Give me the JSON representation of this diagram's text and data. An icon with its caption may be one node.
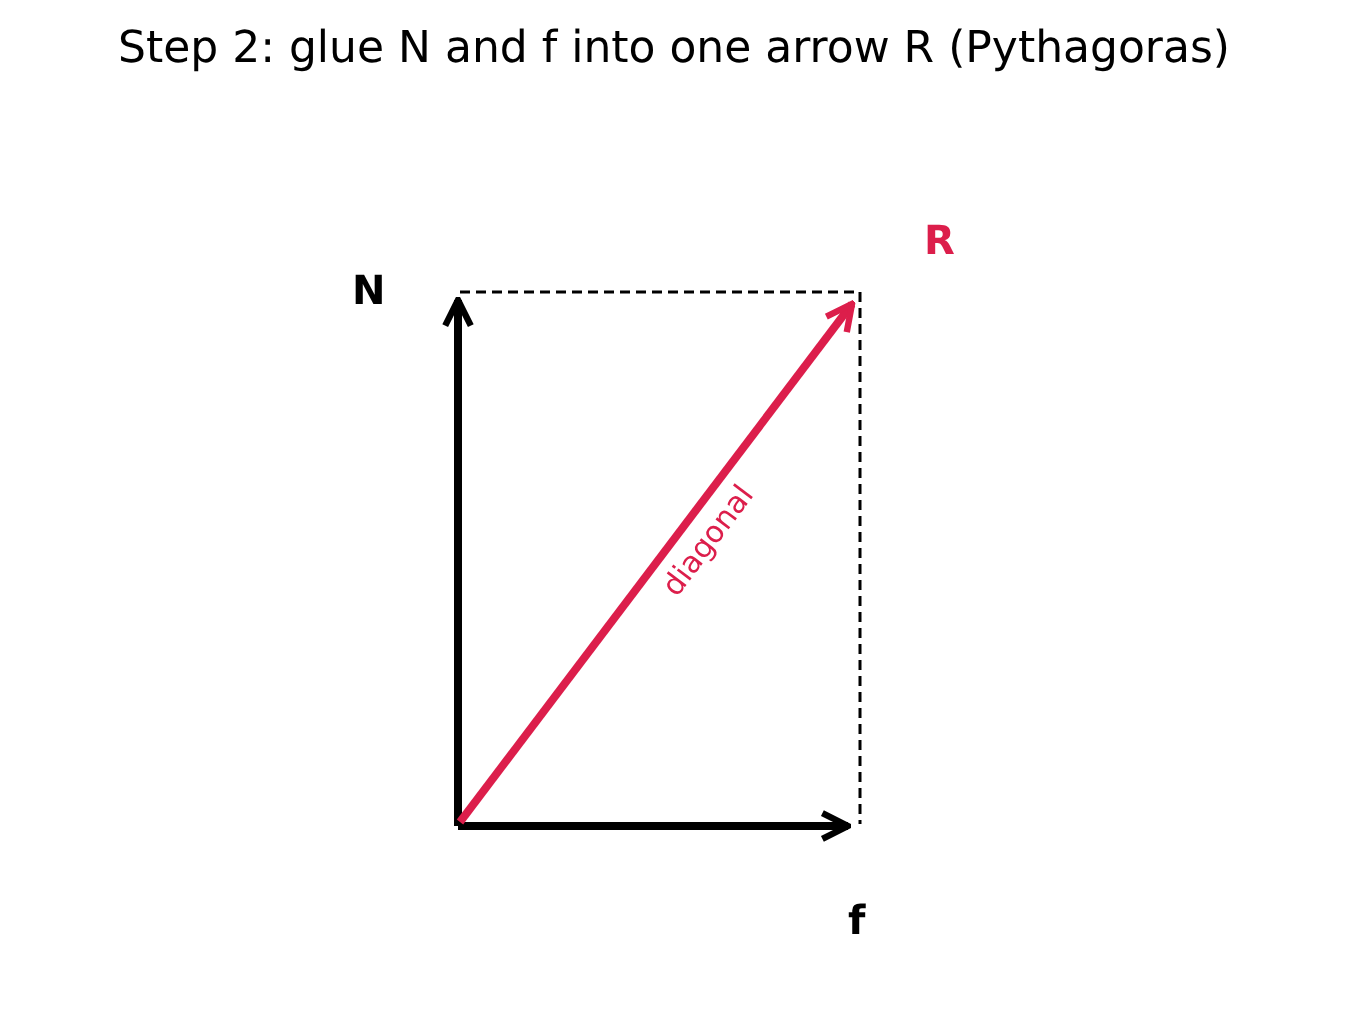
{
  "diagram": {
    "title": "Step 2: glue N and f into one arrow R (Pythagoras)",
    "labels": [
      "R",
      "N",
      "diagonal",
      "f"
    ]
  }
}
